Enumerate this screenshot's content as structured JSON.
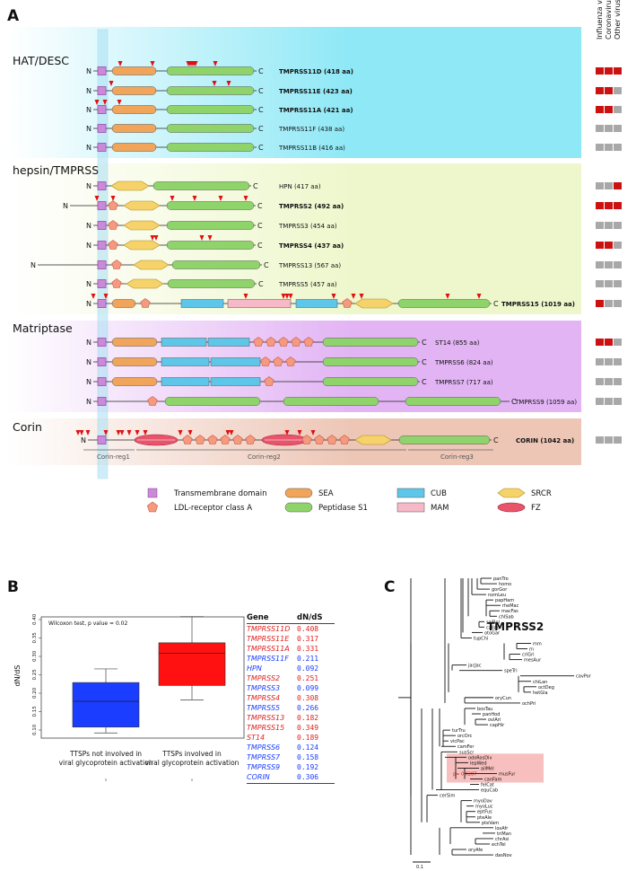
{
  "panel_labels": {
    "a": "A",
    "b": "B",
    "c": "C"
  },
  "virus_headers": [
    "Influenza viruses",
    "Coronaviruses",
    "Other viruses"
  ],
  "colors": {
    "red": "#cc1111",
    "gray": "#a8a8a8",
    "tm": "#c98ad8",
    "sea": "#f0a55a",
    "cub": "#5ec6e8",
    "srcr": "#f6d36a",
    "ldl": "#f59a80",
    "pep": "#8fd46a",
    "mam": "#f7b8c8",
    "fz": "#e8556b",
    "boxBlue": "#1a3dff",
    "boxRed": "#ff1111"
  },
  "groups": [
    {
      "name": "HAT/DESC",
      "proteins": [
        {
          "label": "TMPRSS11D (418 aa)",
          "bold": true,
          "virus": [
            1,
            1,
            1
          ]
        },
        {
          "label": "TMPRSS11E (423 aa)",
          "bold": true,
          "virus": [
            1,
            1,
            0
          ]
        },
        {
          "label": "TMPRSS11A (421 aa)",
          "bold": true,
          "virus": [
            1,
            1,
            0
          ]
        },
        {
          "label": "TMPRSS11F (438 aa)",
          "bold": false,
          "virus": [
            0,
            0,
            0
          ]
        },
        {
          "label": "TMPRSS11B (416 aa)",
          "bold": false,
          "virus": [
            0,
            0,
            0
          ]
        }
      ]
    },
    {
      "name": "hepsin/TMPRSS",
      "proteins": [
        {
          "label": "HPN (417 aa)",
          "bold": false,
          "virus": [
            0,
            0,
            1
          ]
        },
        {
          "label": "TMPRSS2 (492 aa)",
          "bold": true,
          "virus": [
            1,
            1,
            1
          ]
        },
        {
          "label": "TMPRSS3 (454 aa)",
          "bold": false,
          "virus": [
            0,
            0,
            0
          ]
        },
        {
          "label": "TMPRSS4 (437 aa)",
          "bold": true,
          "virus": [
            1,
            1,
            0
          ]
        },
        {
          "label": "TMPRSS13 (567 aa)",
          "bold": false,
          "virus": [
            0,
            0,
            0
          ]
        },
        {
          "label": "TMPRSS5 (457 aa)",
          "bold": false,
          "virus": [
            0,
            0,
            0
          ]
        },
        {
          "label": "TMPRSS15 (1019 aa)",
          "bold": true,
          "virus": [
            1,
            0,
            0
          ]
        }
      ]
    },
    {
      "name": "Matriptase",
      "proteins": [
        {
          "label": "ST14 (855 aa)",
          "bold": false,
          "virus": [
            1,
            1,
            0
          ]
        },
        {
          "label": "TMPRSS6 (824 aa)",
          "bold": false,
          "virus": [
            0,
            0,
            0
          ]
        },
        {
          "label": "TMPRSS7 (717 aa)",
          "bold": false,
          "virus": [
            0,
            0,
            0
          ]
        },
        {
          "label": "TMPRSS9 (1059 aa)",
          "bold": false,
          "virus": [
            0,
            0,
            0
          ]
        }
      ]
    },
    {
      "name": "Corin",
      "proteins": [
        {
          "label": "CORIN (1042 aa)",
          "bold": true,
          "virus": [
            0,
            0,
            0
          ]
        }
      ]
    }
  ],
  "n_term": "N",
  "c_term": "C",
  "corin_regions": [
    "Corin-reg1",
    "Corin-reg2",
    "Corin-reg3"
  ],
  "legend": [
    {
      "key": "tm",
      "label": "Transmembrane domain"
    },
    {
      "key": "sea",
      "label": "SEA"
    },
    {
      "key": "cub",
      "label": "CUB"
    },
    {
      "key": "srcr",
      "label": "SRCR"
    },
    {
      "key": "ldl",
      "label": "LDL-receptor class A"
    },
    {
      "key": "pep",
      "label": "Peptidase S1"
    },
    {
      "key": "mam",
      "label": "MAM"
    },
    {
      "key": "fz",
      "label": "FZ"
    }
  ],
  "chart_data": {
    "type": "box",
    "title": "Wilcoxon test, p value = 0.02",
    "ylabel": "dN/dS",
    "ylim": [
      0.1,
      0.41
    ],
    "yticks": [
      "0.10",
      "0.15",
      "0.20",
      "0.25",
      "0.30",
      "0.35",
      "0.40"
    ],
    "categories": [
      "TTSPs not involved in viral glycoprotein activation",
      "TTSPs  involved in viral glycoprotein activation"
    ],
    "boxes": [
      {
        "min": 0.092,
        "q1": 0.108,
        "median": 0.178,
        "q3": 0.229,
        "max": 0.266,
        "color": "#1a3dff"
      },
      {
        "min": 0.182,
        "q1": 0.221,
        "median": 0.309,
        "q3": 0.337,
        "max": 0.408,
        "color": "#ff1111"
      }
    ]
  },
  "dnds_table": {
    "header": [
      "Gene",
      "dN/dS"
    ],
    "rows": [
      {
        "gene": "TMPRSS11D",
        "value": "0.408",
        "involved": true
      },
      {
        "gene": "TMPRSS11E",
        "value": "0.317",
        "involved": true
      },
      {
        "gene": "TMPRSS11A",
        "value": "0.331",
        "involved": true
      },
      {
        "gene": "TMPRSS11F",
        "value": "0.211",
        "involved": false
      },
      {
        "gene": "HPN",
        "value": "0.092",
        "involved": false
      },
      {
        "gene": "TMPRSS2",
        "value": "0.251",
        "involved": true
      },
      {
        "gene": "TMPRSS3",
        "value": "0.099",
        "involved": false
      },
      {
        "gene": "TMPRSS4",
        "value": "0.308",
        "involved": true
      },
      {
        "gene": "TMPRSS5",
        "value": "0.266",
        "involved": false
      },
      {
        "gene": "TMPRSS13",
        "value": "0.182",
        "involved": true
      },
      {
        "gene": "TMPRSS15",
        "value": "0.349",
        "involved": true
      },
      {
        "gene": "ST14",
        "value": "0.189",
        "involved": true
      },
      {
        "gene": "TMPRSS6",
        "value": "0.124",
        "involved": false
      },
      {
        "gene": "TMPRSS7",
        "value": "0.158",
        "involved": false
      },
      {
        "gene": "TMPRSS9",
        "value": "0.192",
        "involved": false
      },
      {
        "gene": "CORIN",
        "value": "0.306",
        "involved": false
      }
    ]
  },
  "tree": {
    "title": "TMPRSS2",
    "pvalue": "p= 0.0287",
    "scale": "0.1",
    "taxa": [
      "panTro",
      "homo",
      "gorGor",
      "nomLeu",
      "papHam",
      "rheMac",
      "macFas",
      "chlSab",
      "saiBol",
      "calJac",
      "otoGar",
      "tupChi",
      "mm",
      "rn",
      "criGri",
      "mesAur",
      "jacJac",
      "speTri",
      "cavPor",
      "chiLan",
      "octDeg",
      "hetGla",
      "oryCun",
      "ochPri",
      "bosTau",
      "panHod",
      "oviAri",
      "capHir",
      "turTru",
      "orcOrc",
      "vicPac",
      "camFer",
      "susScr",
      "odoRosDiv",
      "lepWed",
      "ailMel",
      "musFur",
      "canFam",
      "felCat",
      "equCab",
      "cerSim",
      "myoDav",
      "myoLuc",
      "eptFus",
      "pteAle",
      "pteVam",
      "loxAfr",
      "triMan",
      "chrAsi",
      "echTel",
      "oryAfe",
      "dasNov"
    ]
  }
}
